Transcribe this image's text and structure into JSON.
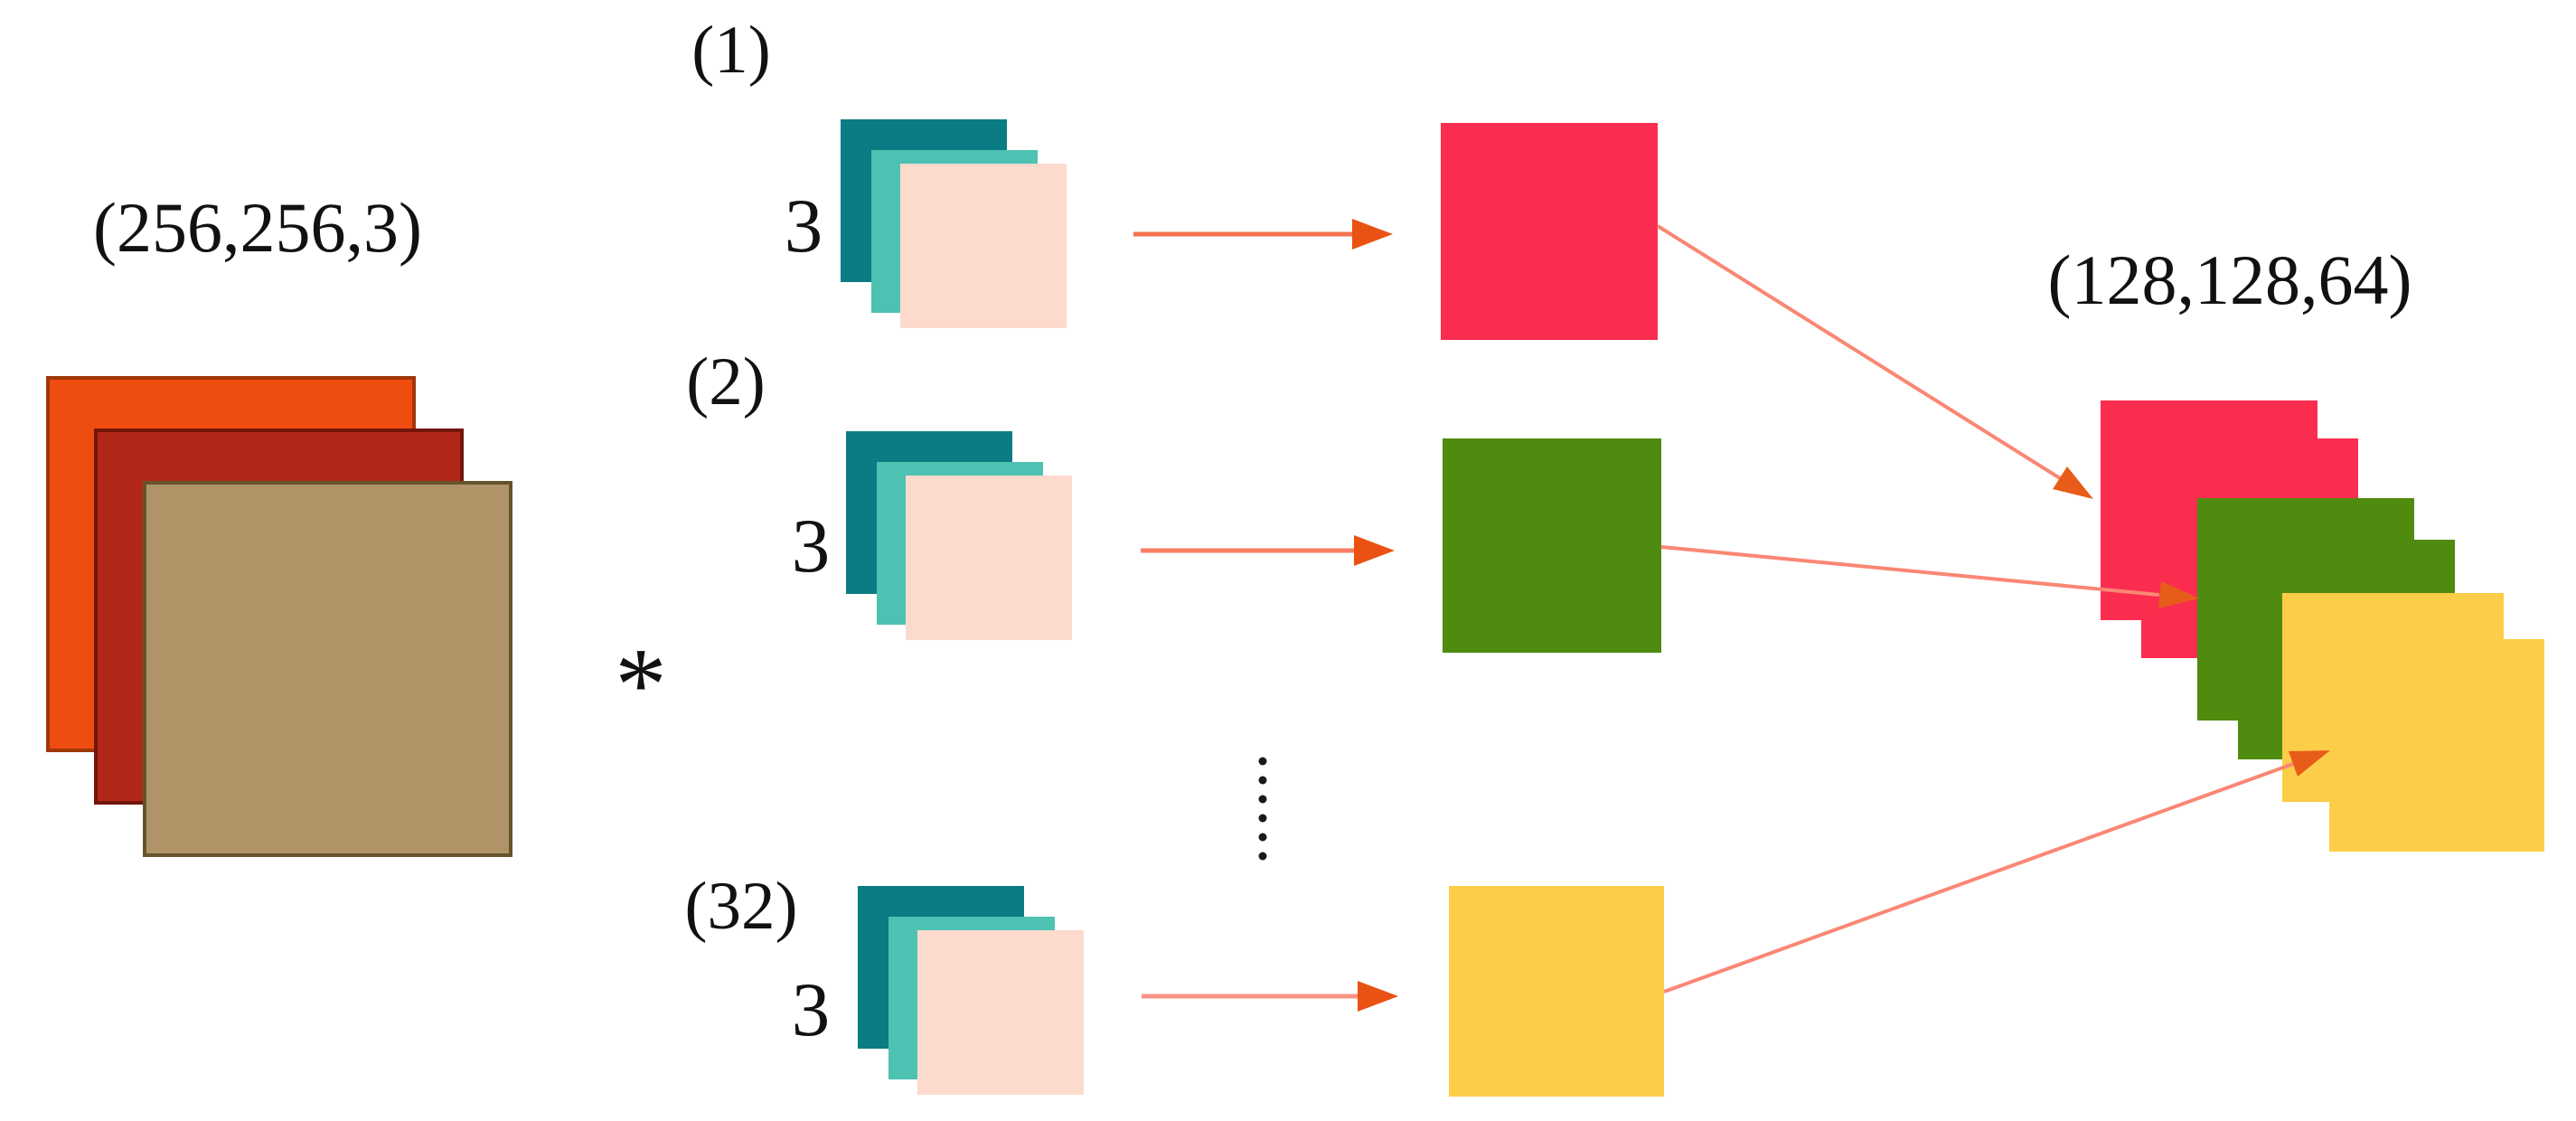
{
  "diagram": {
    "description": "convolution-of-input-image-with-32-filters-producing-stacked-feature-maps"
  },
  "input": {
    "shape_label": "(256,256,3)"
  },
  "operator": {
    "symbol": "*"
  },
  "filters": [
    {
      "index_label": "(1)",
      "channel_count": "3"
    },
    {
      "index_label": "(2)",
      "channel_count": "3"
    },
    {
      "index_label": "(32)",
      "channel_count": "3"
    }
  ],
  "ellipsis": {
    "dot_count": 6
  },
  "output": {
    "shape_label": "(128,128,64)"
  },
  "colors": {
    "background": "#ffffff",
    "text": "#111111",
    "dots": "#1a1a1a",
    "input_orange": "#EE4D0F",
    "input_orange_border": "#A03708",
    "input_red": "#B3261A",
    "input_red_border": "#73150B",
    "input_tan": "#B09468",
    "input_tan_border": "#66532C",
    "filter_dark_teal": "#0A7C83",
    "filter_teal": "#4DC1B2",
    "filter_pink": "#FCDACE",
    "map_red": "#FB2D4F",
    "map_green": "#4F8B0E",
    "map_yellow": "#FCCD48",
    "arrow_shaft_1": "#F4744E",
    "arrow_shaft_2": "#F87F63",
    "arrow_shaft_3": "#FA9285",
    "arrow_head": "#EA5213",
    "diag_line": "#FA8774",
    "diag_head": "#E85C1A"
  }
}
